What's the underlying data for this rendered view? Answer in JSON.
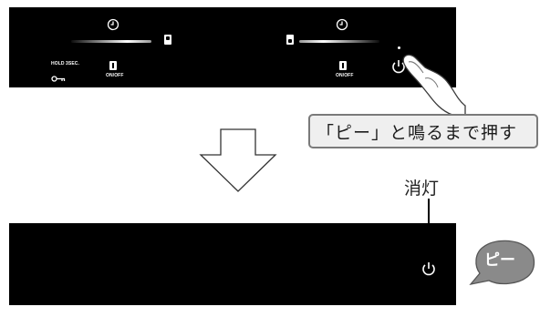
{
  "top_panel": {
    "lock_label": "HOLD 3SEC.",
    "onoff_left_label": "ON/OFF",
    "onoff_right_label": "ON/OFF"
  },
  "callout": {
    "text": "「ピー」と鳴るまで押す"
  },
  "annotation": {
    "light_off": "消灯"
  },
  "beep_bubble": {
    "text": "ピー"
  },
  "icons": {
    "timer": "timer-icon",
    "power": "power-icon",
    "lock": "key-icon",
    "onoff": "onoff-icon",
    "arrow": "down-arrow-icon",
    "hand": "hand-pointer-icon"
  },
  "colors": {
    "panel": "#000000",
    "callout_bg": "#efefef",
    "callout_border": "#7a7a7a",
    "bubble": "#8a8a8a"
  }
}
